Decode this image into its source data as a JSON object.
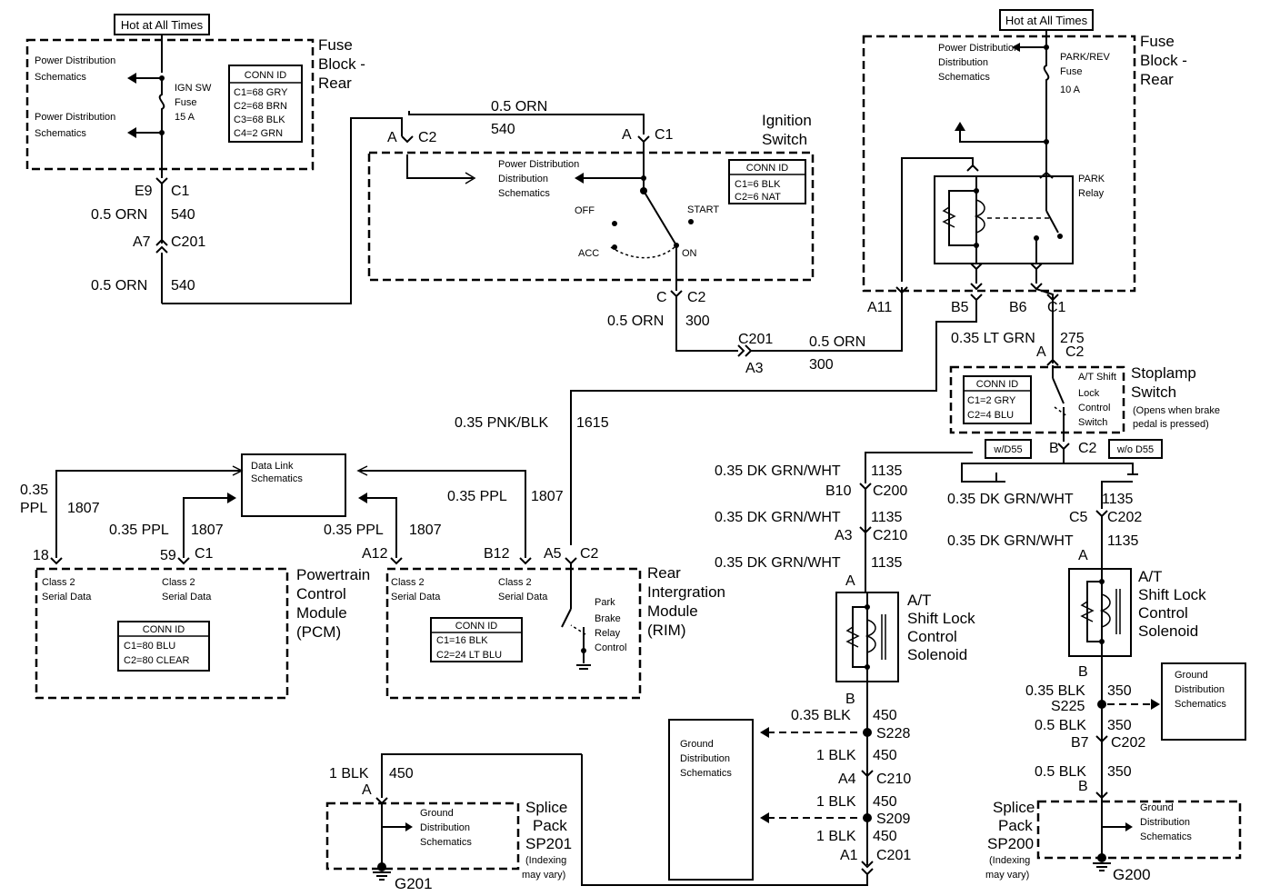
{
  "hot_label": "Hot at All Times",
  "conn_id_label": "CONN ID",
  "power_distribution": [
    "Power Distribution",
    "Schematics"
  ],
  "ground_distribution": [
    "Ground",
    "Distribution",
    "Schematics"
  ],
  "fuse_block_rear": {
    "left": [
      "Fuse",
      "Block -",
      "Rear"
    ],
    "right": [
      "Fuse",
      "Block -",
      "Rear"
    ]
  },
  "ign_fuse": {
    "lines": [
      "IGN SW",
      "Fuse",
      "15 A"
    ]
  },
  "park_fuse": {
    "lines": [
      "PARK/REV",
      "Fuse",
      "10 A"
    ]
  },
  "fuse_block_conn": [
    "C1=68 GRY",
    "C2=68 BRN",
    "C3=68 BLK",
    "C4=2 GRN"
  ],
  "ignition_switch": {
    "title": [
      "Ignition",
      "Switch"
    ],
    "conn": [
      "C1=6 BLK",
      "C2=6 NAT"
    ],
    "positions": {
      "off": "OFF",
      "start": "START",
      "acc": "ACC",
      "on": "ON"
    }
  },
  "park_relay": [
    "PARK",
    "Relay"
  ],
  "stoplamp": {
    "title": [
      "Stoplamp",
      "Switch"
    ],
    "note": [
      "(Opens when brake",
      "pedal is pressed)"
    ],
    "inner": [
      "A/T Shift",
      "Lock",
      "Control",
      "Switch"
    ],
    "conn": [
      "C1=2 GRY",
      "C2=4 BLU"
    ],
    "w_d55": "w/D55",
    "wo_d55": "w/o D55"
  },
  "data_link": [
    "Data Link",
    "Schematics"
  ],
  "pcm": {
    "title": [
      "Powertrain",
      "Control",
      "Module",
      "(PCM)"
    ],
    "serial": [
      "Class 2",
      "Serial Data"
    ],
    "conn": [
      "C1=80 BLU",
      "C2=80 CLEAR"
    ]
  },
  "rim": {
    "title": [
      "Rear",
      "Intergration",
      "Module",
      "(RIM)"
    ],
    "serial": [
      "Class 2",
      "Serial Data"
    ],
    "relay": [
      "Park",
      "Brake",
      "Relay",
      "Control"
    ],
    "conn": [
      "C1=16 BLK",
      "C2=24 LT BLU"
    ]
  },
  "solenoid": [
    "A/T",
    "Shift Lock",
    "Control",
    "Solenoid"
  ],
  "sp201": {
    "title": [
      "Splice",
      "Pack",
      "SP201"
    ],
    "note": [
      "(Indexing",
      "may vary)"
    ],
    "ground": "G201"
  },
  "sp200": {
    "title": [
      "Splice",
      "Pack",
      "SP200"
    ],
    "note": [
      "(Indexing",
      "may vary)"
    ],
    "ground": "G200"
  },
  "wire_labels": {
    "e9": "E9",
    "c1": "C1",
    "c2": "C2",
    "c5": "C5",
    "c200": "C200",
    "c201": "C201",
    "c202": "C202",
    "c210": "C210",
    "a": "A",
    "b": "B",
    "c": "C",
    "a1": "A1",
    "a3": "A3",
    "a4": "A4",
    "a5": "A5",
    "a7": "A7",
    "a11": "A11",
    "a12": "A12",
    "b5": "B5",
    "b6": "B6",
    "b7": "B7",
    "b10": "B10",
    "b12": "B12",
    "pin18": "18",
    "pin59": "59",
    "orn": "0.5 ORN",
    "ltgrn": "0.35 LT GRN",
    "pnkblk": "0.35 PNK/BLK",
    "ppl": "0.35 PPL",
    "ppl_a": "0.35",
    "ppl_b": "PPL",
    "dkgrn": "0.35 DK GRN/WHT",
    "blk035": "0.35 BLK",
    "blk05": "0.5 BLK",
    "blk1": "1 BLK",
    "c540": "540",
    "c300": "300",
    "c275": "275",
    "c1615": "1615",
    "c1807": "1807",
    "c1135": "1135",
    "c450": "450",
    "c350": "350",
    "s209": "S209",
    "s225": "S225",
    "s228": "S228"
  }
}
